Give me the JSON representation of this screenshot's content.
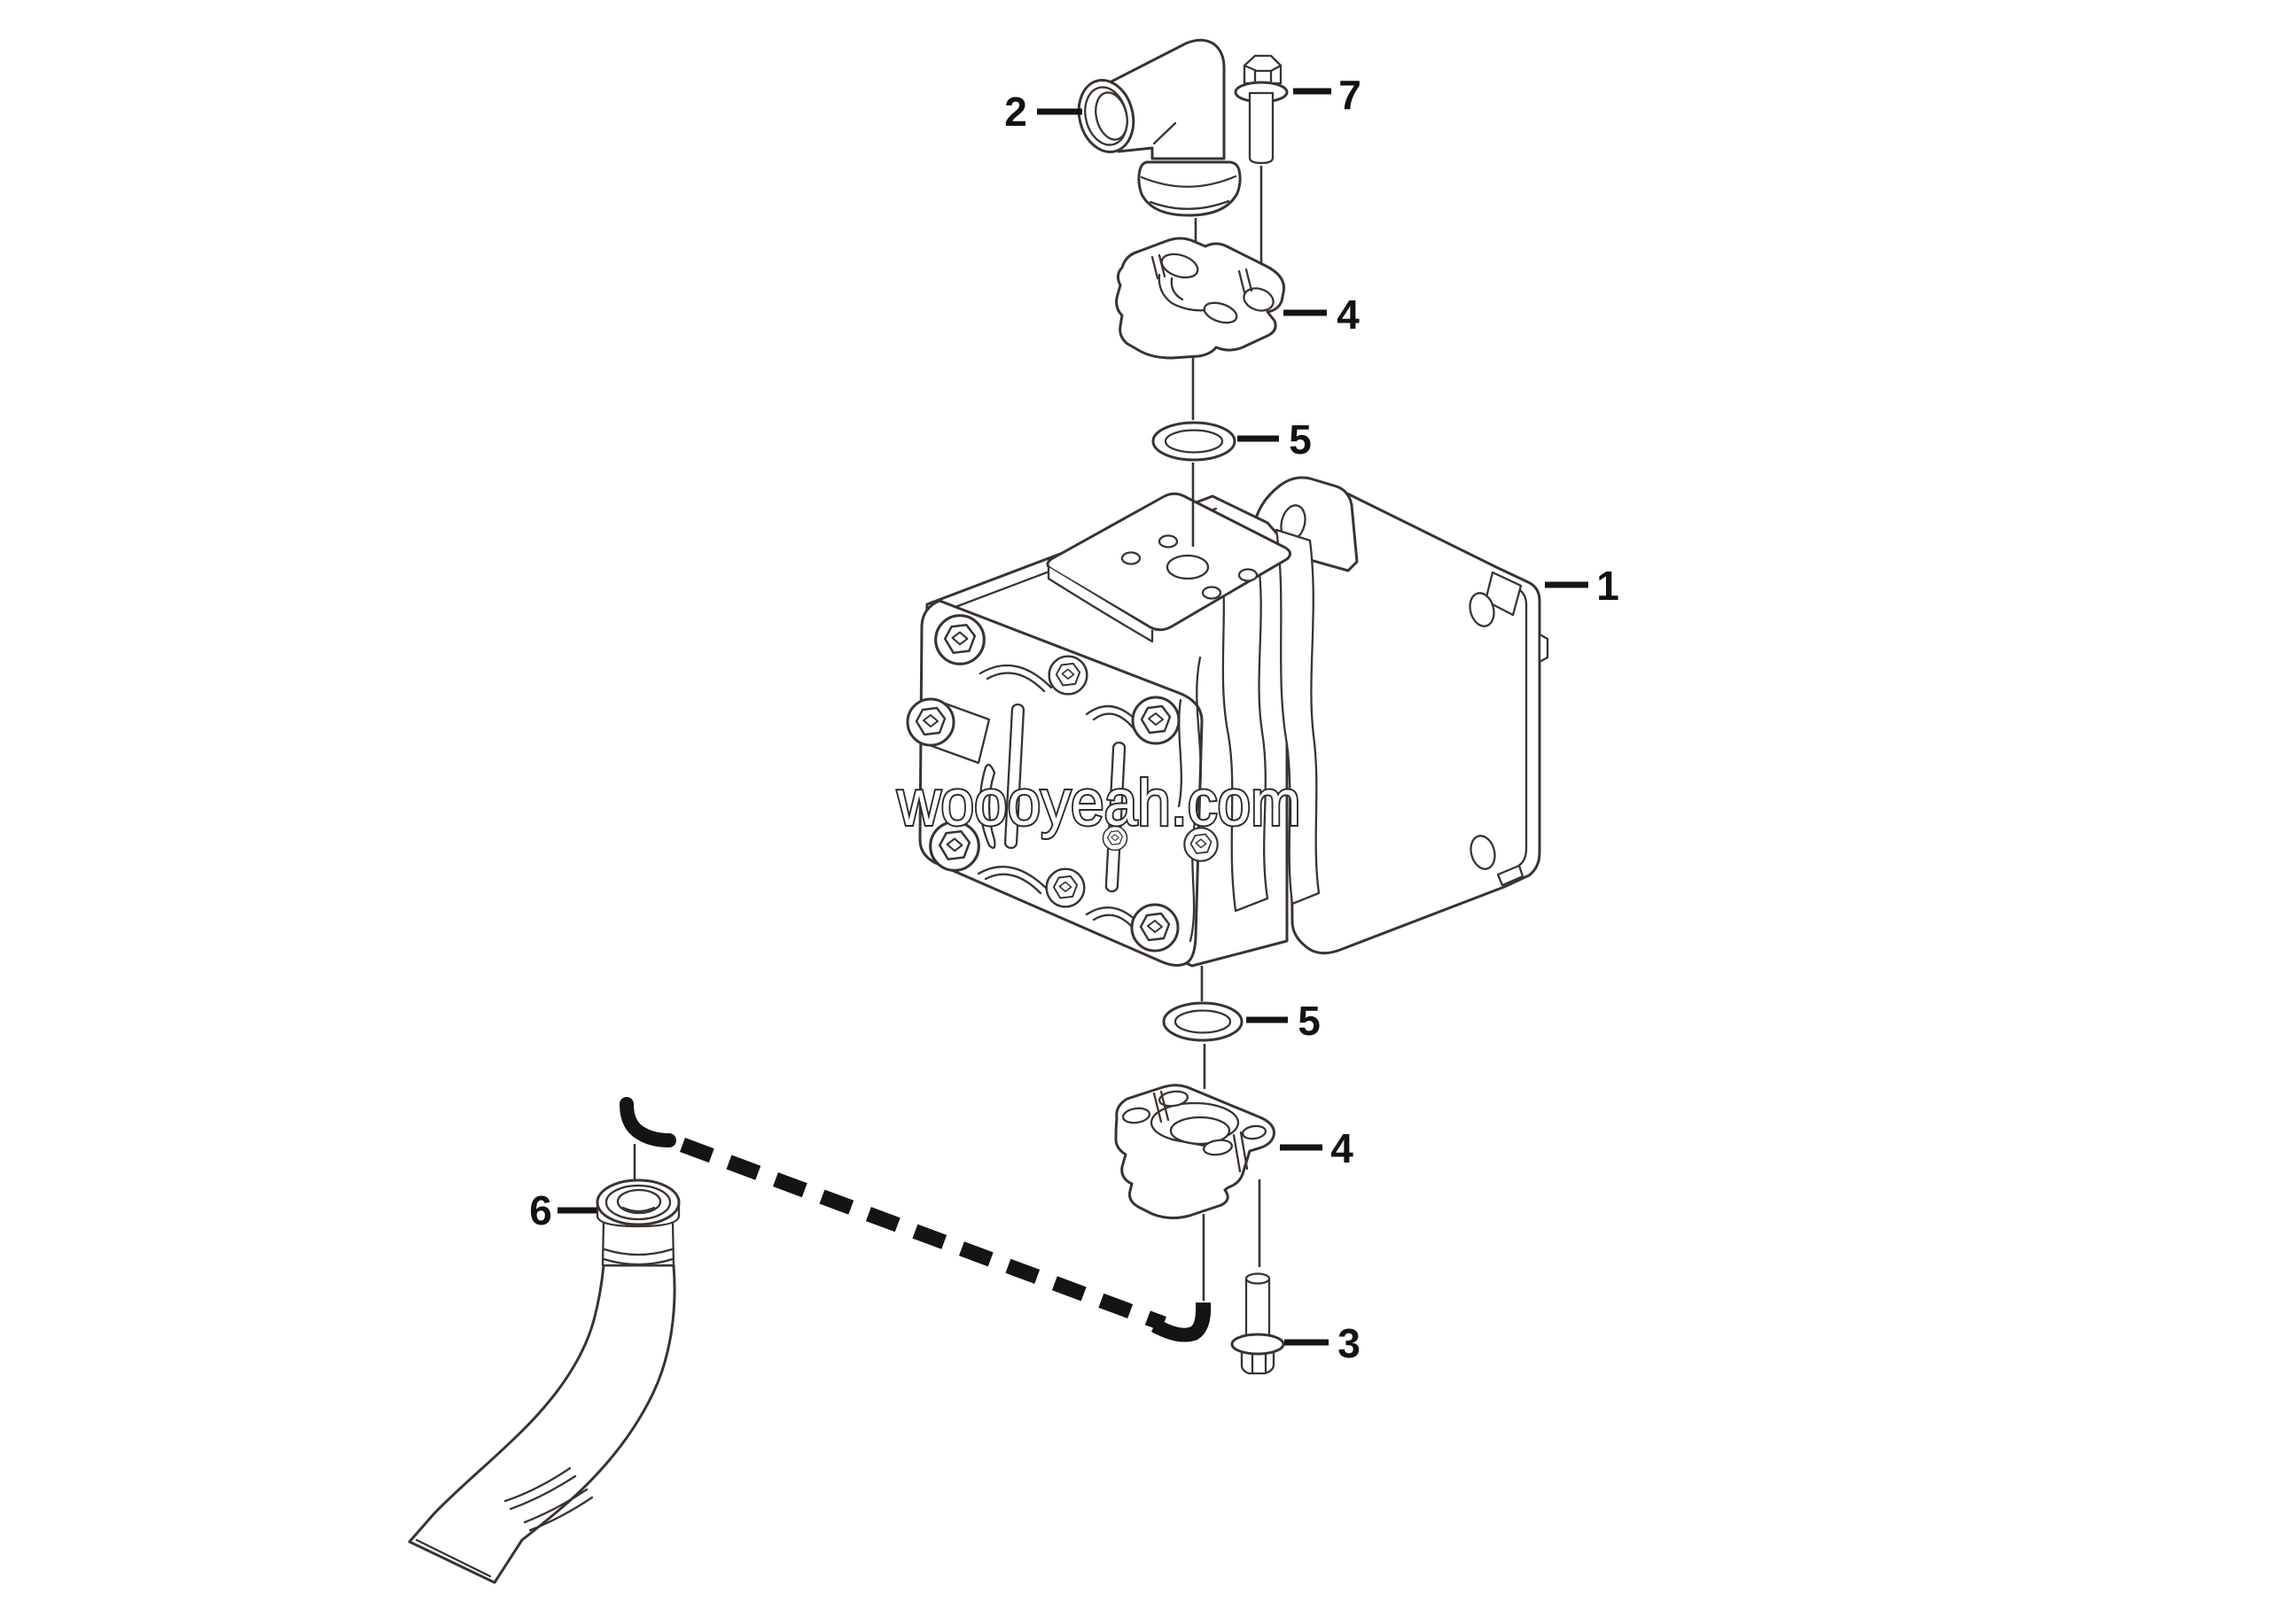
{
  "canvas": {
    "background": "#ffffff",
    "line_color": "#3a332f",
    "label_color": "#141210"
  },
  "watermark": {
    "text": "woooyeah.com"
  },
  "callouts": {
    "pump": {
      "label": "1"
    },
    "elbow": {
      "label": "2"
    },
    "bolt_lower": {
      "label": "3"
    },
    "flange_upper": {
      "label": "4"
    },
    "flange_lower": {
      "label": "4"
    },
    "oring_upper": {
      "label": "5"
    },
    "oring_lower": {
      "label": "5"
    },
    "pipe": {
      "label": "6"
    },
    "bolt_upper": {
      "label": "7"
    }
  }
}
